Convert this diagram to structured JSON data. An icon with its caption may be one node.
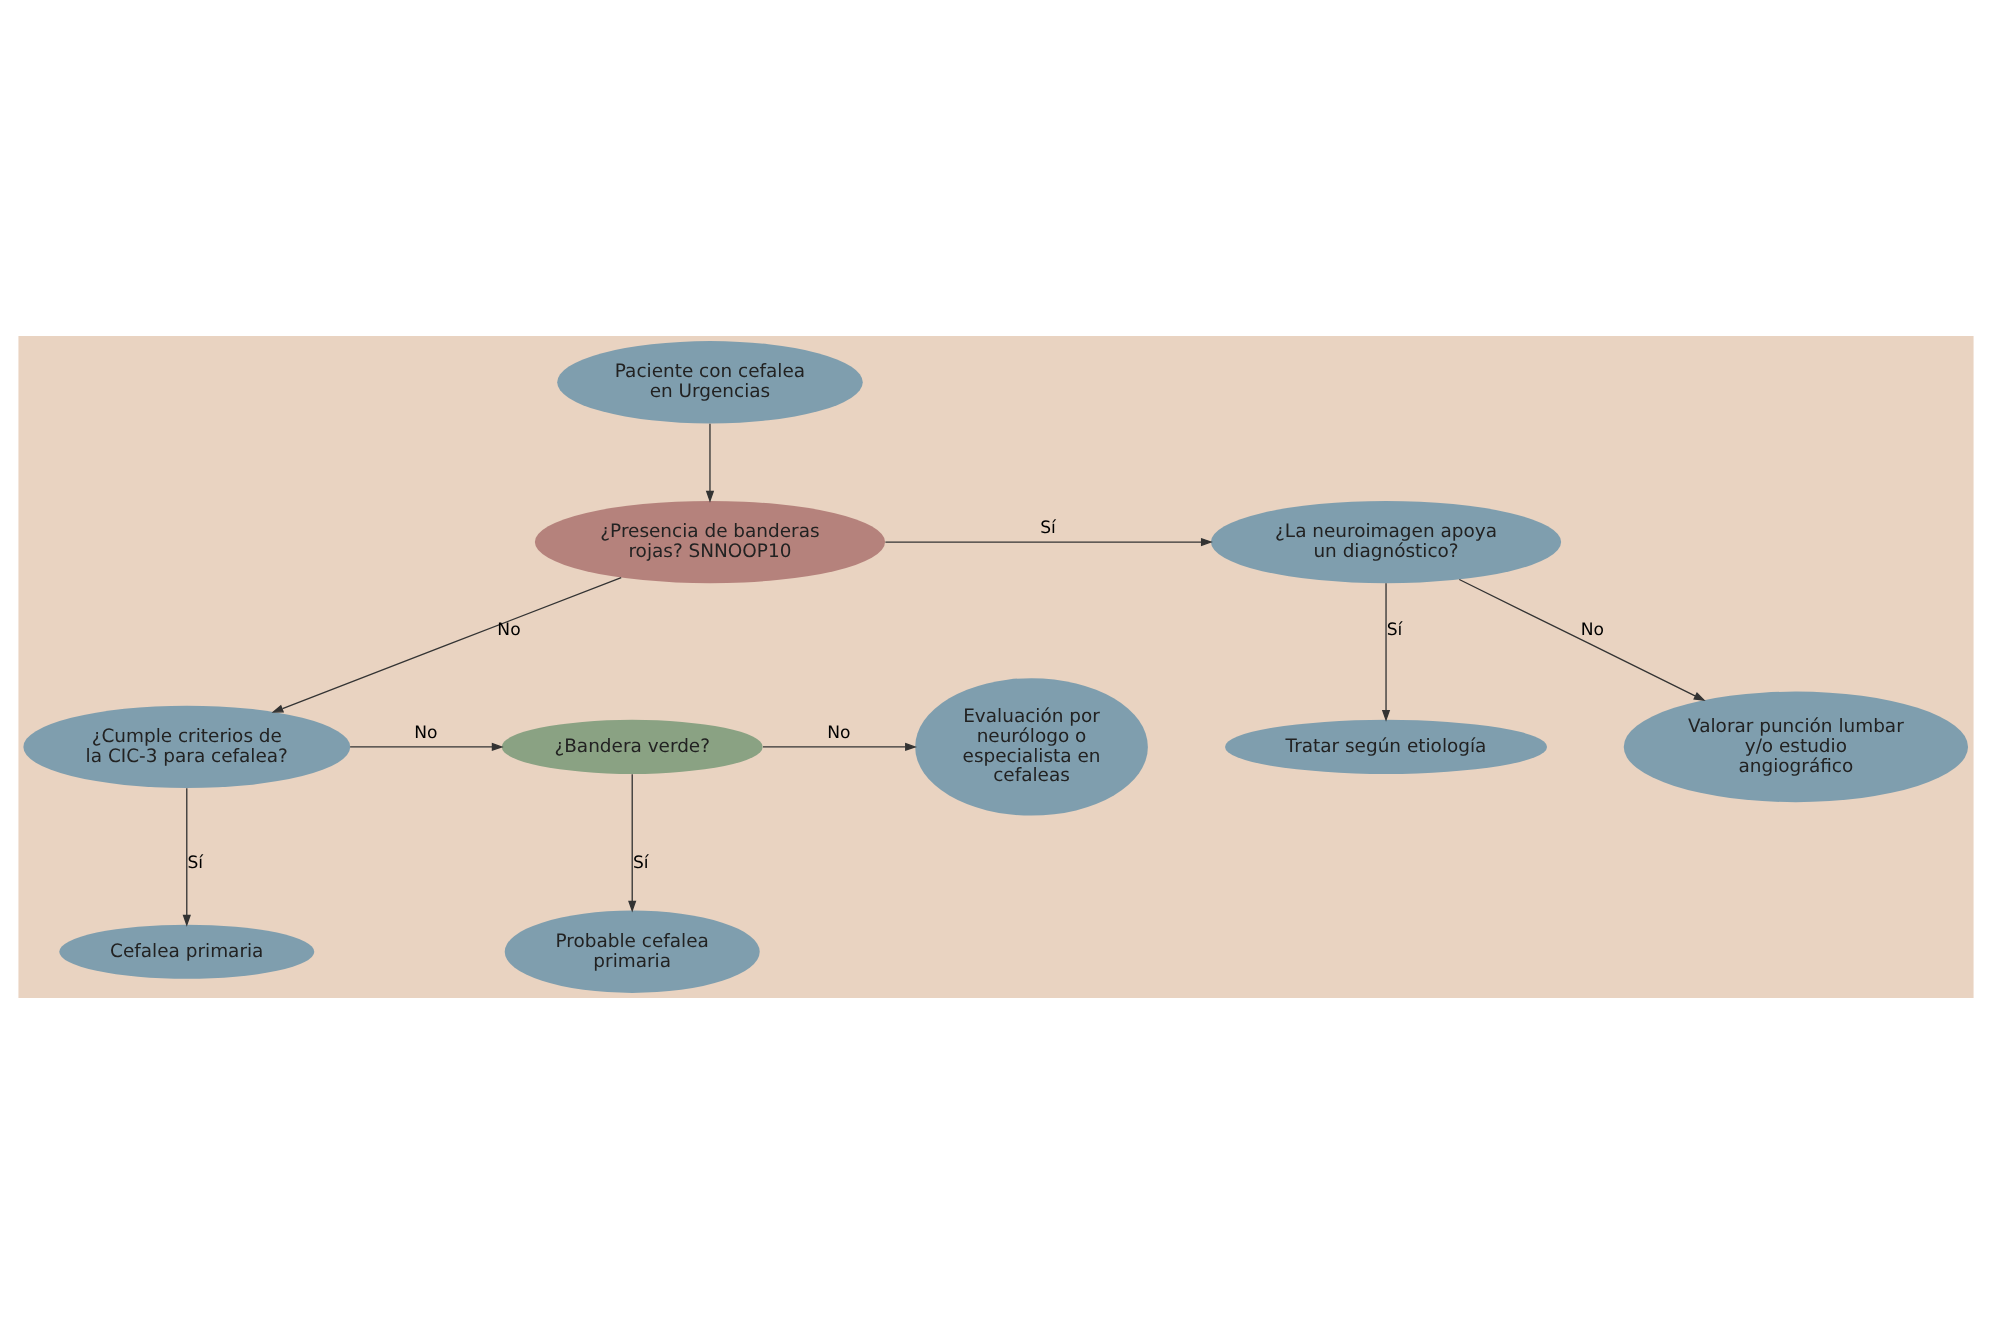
{
  "diagram": {
    "nodes": [
      {
        "text": [
          "Paciente con cefalea en Urgencias"
        ]
      },
      {
        "text": [
          "¿Presencia de banderas rojas? SNNOOP10"
        ]
      },
      {
        "text": [
          "¿La neuroimagen apoya un diagnóstico?"
        ]
      },
      {
        "text": [
          "Tratar según etiología"
        ]
      },
      {
        "text": [
          "Valorar punción lumbar y/o estudio angiográfico"
        ]
      },
      {
        "text": [
          "¿Cumple criterios de la CIC-3 para cefalea?"
        ]
      },
      {
        "text": [
          "¿Bandera verde?"
        ]
      },
      {
        "text": [
          "Evaluación por neurólogo o especialista en cefaleas"
        ]
      },
      {
        "text": [
          "Cefalea primaria"
        ]
      },
      {
        "text": [
          "Probable cefalea primaria"
        ]
      }
    ],
    "edges": [
      {
        "from": 0,
        "to": 1,
        "arrow": "to"
      },
      {
        "from": 1,
        "to": 2,
        "arrow": "to",
        "label": "Sí"
      },
      {
        "from": 2,
        "to": 3,
        "arrow": "to",
        "label": "Sí"
      },
      {
        "from": 2,
        "to": 4,
        "arrow": "to",
        "label": "No"
      },
      {
        "from": 1,
        "to": 5,
        "arrow": "to",
        "label": "No"
      },
      {
        "from": 5,
        "to": 6,
        "arrow": "to",
        "label": "No"
      },
      {
        "from": 6,
        "to": 7,
        "arrow": "to",
        "label": "No"
      },
      {
        "from": 5,
        "to": 8,
        "arrow": "to",
        "label": "Sí"
      },
      {
        "from": 6,
        "to": 9,
        "arrow": "to",
        "label": "Sí"
      }
    ]
  }
}
